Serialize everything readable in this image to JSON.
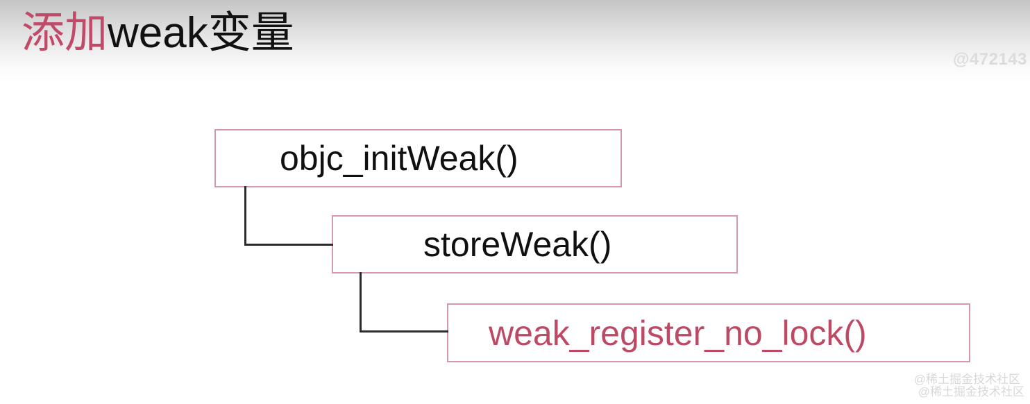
{
  "slide": {
    "title": {
      "accent_text": "添加",
      "plain_text": "weak变量",
      "accent_color": "#c04a68",
      "plain_color": "#111111"
    },
    "watermarks": {
      "top_right": "@472143",
      "bottom_right_line1": "@稀土掘金技术社区",
      "bottom_right_line2": "@稀土掘金技术社区",
      "color": "#dcdcdc"
    },
    "background": {
      "gradient_from": "#c4c4c4",
      "gradient_to": "#ffffff"
    }
  },
  "diagram": {
    "type": "call-stack-flow",
    "border_color": "#d49aaa",
    "nodes": [
      {
        "id": "objc-init-weak",
        "label": "objc_initWeak()",
        "text_color": "#101010",
        "level": 1
      },
      {
        "id": "store-weak",
        "label": "storeWeak()",
        "text_color": "#101010",
        "level": 2
      },
      {
        "id": "weak-register-no-lock",
        "label": "weak_register_no_lock()",
        "text_color": "#bd4a64",
        "level": 3
      }
    ],
    "connectors": [
      {
        "from": "objc-init-weak",
        "to": "store-weak",
        "color": "#2b2b2b",
        "shape": "elbow"
      },
      {
        "from": "store-weak",
        "to": "weak-register-no-lock",
        "color": "#2b2b2b",
        "shape": "elbow"
      }
    ]
  }
}
